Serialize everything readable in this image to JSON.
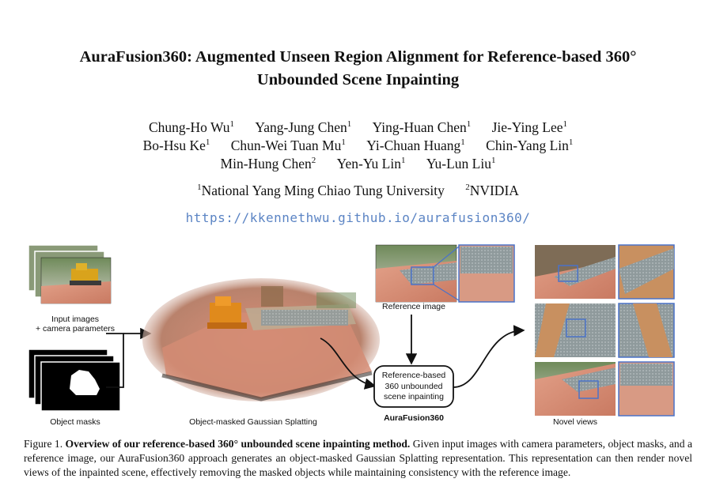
{
  "title_line1": "AuraFusion360: Augmented Unseen Region Alignment for Reference-based 360°",
  "title_line2": "Unbounded Scene Inpainting",
  "authors_rows": [
    [
      {
        "name": "Chung-Ho Wu",
        "sup": "1"
      },
      {
        "name": "Yang-Jung Chen",
        "sup": "1"
      },
      {
        "name": "Ying-Huan Chen",
        "sup": "1"
      },
      {
        "name": "Jie-Ying Lee",
        "sup": "1"
      }
    ],
    [
      {
        "name": "Bo-Hsu Ke",
        "sup": "1"
      },
      {
        "name": "Chun-Wei Tuan Mu",
        "sup": "1"
      },
      {
        "name": "Yi-Chuan Huang",
        "sup": "1"
      },
      {
        "name": "Chin-Yang Lin",
        "sup": "1"
      }
    ],
    [
      {
        "name": "Min-Hung Chen",
        "sup": "2"
      },
      {
        "name": "Yen-Yu Lin",
        "sup": "1"
      },
      {
        "name": "Yu-Lun Liu",
        "sup": "1"
      }
    ]
  ],
  "affiliations": [
    {
      "sup": "1",
      "name": "National Yang Ming Chiao Tung University"
    },
    {
      "sup": "2",
      "name": "NVIDIA"
    }
  ],
  "url": "https://kkennethwu.github.io/aurafusion360/",
  "figure": {
    "input_label_1": "Input images",
    "input_label_2": "+ camera parameters",
    "masks_label": "Object masks",
    "splatting_label": "Object-masked Gaussian Splatting",
    "reference_label": "Reference image",
    "method_box_1": "Reference-based",
    "method_box_2": "360 unbounded",
    "method_box_3": "scene inpainting",
    "method_name": "AuraFusion360",
    "novel_label": "Novel views"
  },
  "caption": {
    "prefix": "Figure 1. ",
    "bold": "Overview of our reference-based 360° unbounded scene inpainting method.",
    "rest": " Given input images with camera parameters, object masks, and a reference image, our AuraFusion360 approach generates an object-masked Gaussian Splatting representation. This representation can then render novel views of the inpainted scene, effectively removing the masked objects while maintaining consistency with the reference image."
  },
  "colors": {
    "url": "#5b84c4",
    "highlight_box": "#4a72c8",
    "tabletop": "#d98a6e",
    "mat": "#8e9a9c"
  }
}
